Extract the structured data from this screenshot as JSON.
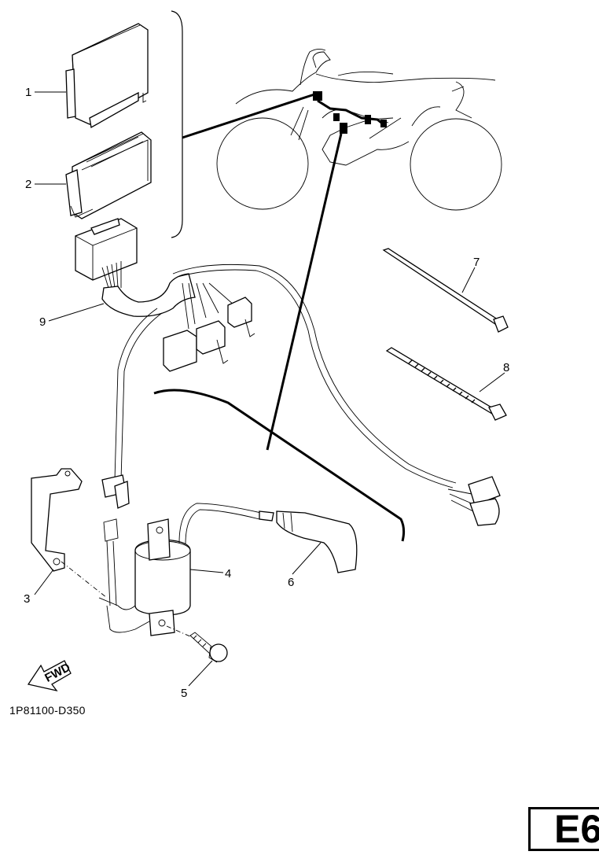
{
  "diagram": {
    "callouts": [
      "1",
      "2",
      "3",
      "4",
      "5",
      "6",
      "7",
      "8",
      "9"
    ],
    "fwd_label": "FWD",
    "figure_code": "1P81100-D350",
    "page_label": "E6"
  }
}
